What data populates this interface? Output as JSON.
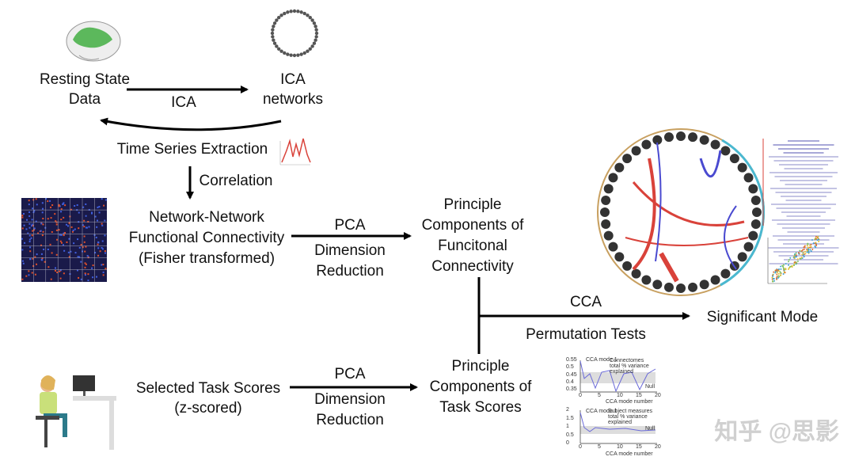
{
  "nodes": {
    "resting_state": [
      "Resting State",
      "Data"
    ],
    "ica_networks": [
      "ICA",
      "networks"
    ],
    "time_series": "Time Series Extraction",
    "fc": [
      "Network-Network",
      "Functional Connectivity",
      "(Fisher transformed)"
    ],
    "pc_fc": [
      "Principle",
      "Components of",
      "Funcitonal",
      "Connectivity"
    ],
    "task_scores": [
      "Selected Task Scores",
      "(z-scored)"
    ],
    "pc_task": [
      "Principle",
      "Components of",
      "Task Scores"
    ],
    "significant": "Significant Mode"
  },
  "edges": {
    "ica": "ICA",
    "correlation": "Correlation",
    "pca_top": [
      "PCA",
      "Dimension",
      "Reduction"
    ],
    "pca_bottom": [
      "PCA",
      "Dimension",
      "Reduction"
    ],
    "cca": "CCA",
    "permutation": "Permutation Tests"
  },
  "mini_charts": {
    "top": {
      "label": "CCA mode 1",
      "title": "Connectomes total % variance explained",
      "null": "Null",
      "xlabel": "CCA mode number",
      "yticks": [
        "0.55",
        "0.5",
        "0.45",
        "0.4",
        "0.35"
      ],
      "xticks": [
        "0",
        "5",
        "10",
        "15",
        "20"
      ]
    },
    "bottom": {
      "label": "CCA mode 1",
      "title": "Subject measures total % variance explained",
      "null": "Null",
      "xlabel": "CCA mode number",
      "yticks": [
        "2",
        "1.5",
        "1",
        "0.5",
        "0"
      ],
      "xticks": [
        "0",
        "5",
        "10",
        "15",
        "20"
      ]
    }
  },
  "watermark": "知乎 @思影",
  "colors": {
    "arrow": "#000000",
    "brain": "#5cb85c",
    "red_edges": "#d9423a",
    "blue_edges": "#4a4ad0"
  }
}
